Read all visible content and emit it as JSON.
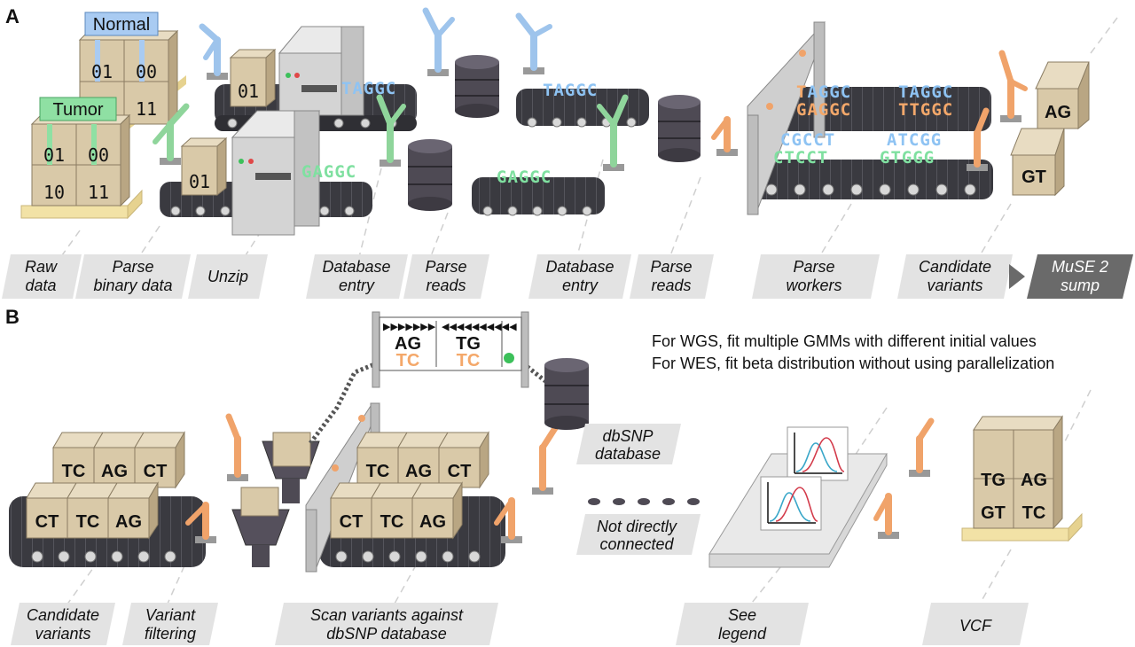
{
  "panels": {
    "a": "A",
    "b": "B"
  },
  "tags": {
    "normal": "Normal",
    "tumor": "Tumor"
  },
  "binary": {
    "normal": [
      "01",
      "00",
      "11"
    ],
    "tumor": [
      "01",
      "00",
      "10",
      "11"
    ],
    "unzip_top": "01",
    "unzip_bottom": "01"
  },
  "sequences": {
    "top_entry": "TAGGC",
    "bottom_entry": "GAGGC",
    "top_reads": "TAGGC",
    "bottom_reads": "GAGGC",
    "workers_row1": [
      "TAGGC",
      "TAGGC"
    ],
    "workers_row2": [
      "GAGGC",
      "TTGGC"
    ],
    "workers_row3": [
      "CGCCT",
      "ATCGG"
    ],
    "workers_row4": [
      "CTCCT",
      "GTGGG"
    ]
  },
  "output_boxes": {
    "top": "AG",
    "bottom": "GT"
  },
  "labels_a": {
    "raw_data": [
      "Raw",
      "data"
    ],
    "parse_binary": [
      "Parse",
      "binary data"
    ],
    "unzip": [
      "Unzip"
    ],
    "db_entry_1": [
      "Database",
      "entry"
    ],
    "parse_reads_1": [
      "Parse",
      "reads"
    ],
    "db_entry_2": [
      "Database",
      "entry"
    ],
    "parse_reads_2": [
      "Parse",
      "reads"
    ],
    "parse_workers": [
      "Parse",
      "workers"
    ],
    "candidate_variants": [
      "Candidate",
      "variants"
    ],
    "muse_sump": [
      "MuSE 2",
      "sump"
    ]
  },
  "variants_b": {
    "left_back": [
      "TC",
      "AG",
      "CT"
    ],
    "left_front": [
      "CT",
      "TC",
      "AG"
    ],
    "mid_back": [
      "TC",
      "AG",
      "CT"
    ],
    "mid_front": [
      "CT",
      "TC",
      "AG"
    ],
    "final_top": [
      "TG",
      "AG"
    ],
    "final_bottom": [
      "GT",
      "TC"
    ]
  },
  "tower": {
    "col1_top": "AG",
    "col1_bottom": "TC",
    "col2_top": "TG",
    "col2_bottom": "TC"
  },
  "notes": {
    "wgs": "For WGS, fit multiple GMMs with different initial values",
    "wes": "For WES, fit beta distribution without using parallelization"
  },
  "legend": {
    "dbsnp": [
      "dbSNP",
      "database"
    ],
    "not_connected": [
      "Not directly",
      "connected"
    ]
  },
  "labels_b": {
    "candidate_variants": [
      "Candidate",
      "variants"
    ],
    "variant_filtering": [
      "Variant",
      "filtering"
    ],
    "scan_variants": [
      "Scan variants against",
      "dbSNP database"
    ],
    "see_legend": [
      "See",
      "legend"
    ],
    "vcf": [
      "VCF"
    ]
  },
  "colors": {
    "box": "#d9c9a8",
    "box_dark": "#b9a683",
    "belt": "#3a3a40",
    "roller": "#d8d8d8",
    "machine": "#d4d4d4",
    "barrel": "#4e4a54",
    "pallet": "#f2e2a6",
    "label_bg": "#e3e3e3",
    "label_dark": "#6a6a6a",
    "blue_tag": "#a9cbf2",
    "green_tag": "#8fe0a3",
    "seq_blue": "#8ec3f3",
    "seq_green": "#7fe0a0",
    "seq_orange": "#f4a86a",
    "robot_blue": "#9ec4ec",
    "robot_green": "#8fd59b",
    "robot_orange": "#f0a36a"
  }
}
